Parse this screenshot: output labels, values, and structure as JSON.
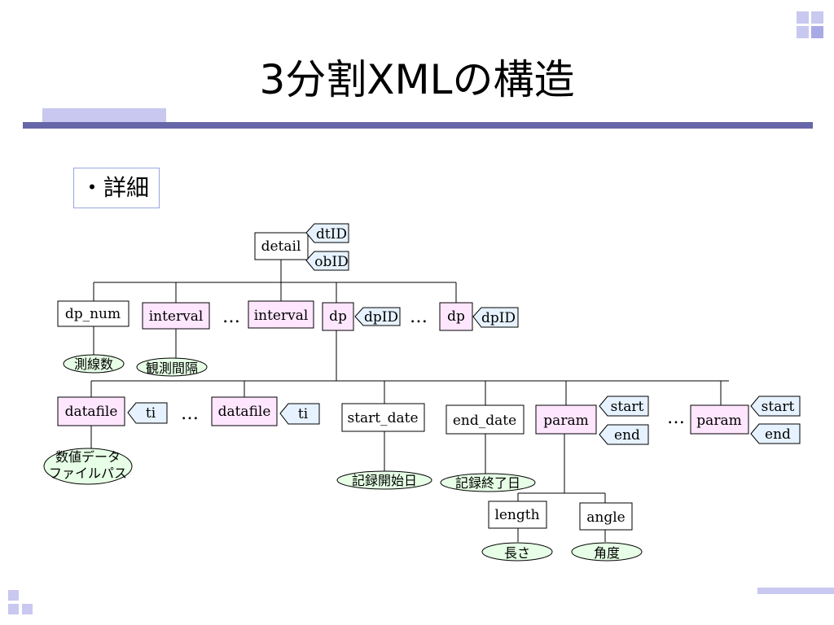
{
  "slide": {
    "title": "3分割XMLの構造",
    "subtitle": "・詳細"
  },
  "diagram": {
    "detail": "detail",
    "dtID": "dtID",
    "obID": "obID",
    "dp_num": "dp_num",
    "interval_1": "interval",
    "interval_2": "interval",
    "dp_1": "dp",
    "dp_2": "dp",
    "dpID_1": "dpID",
    "dpID_2": "dpID",
    "ellipsis": "…",
    "sokusensu": "測線数",
    "kansokukankaku": "観測間隔",
    "datafile_1": "datafile",
    "datafile_2": "datafile",
    "ti_1": "ti",
    "ti_2": "ti",
    "start_date": "start_date",
    "end_date": "end_date",
    "param_1": "param",
    "param_2": "param",
    "start_1": "start",
    "end_1": "end",
    "start_2": "start",
    "end_2": "end",
    "filepath_line1": "数値データ",
    "filepath_line2": "ファイルパス",
    "kiroku_start": "記録開始日",
    "kiroku_end": "記録終了日",
    "length": "length",
    "angle": "angle",
    "nagasa": "長さ",
    "kakudo": "角度"
  },
  "colors": {
    "element_plain": "#ffffff",
    "element_pink": "#ffe6ff",
    "attribute_blue": "#e6f2ff",
    "value_green": "#e6ffe6",
    "accent_rule": "#6666a8",
    "decor_light": "#c8c8f0"
  }
}
